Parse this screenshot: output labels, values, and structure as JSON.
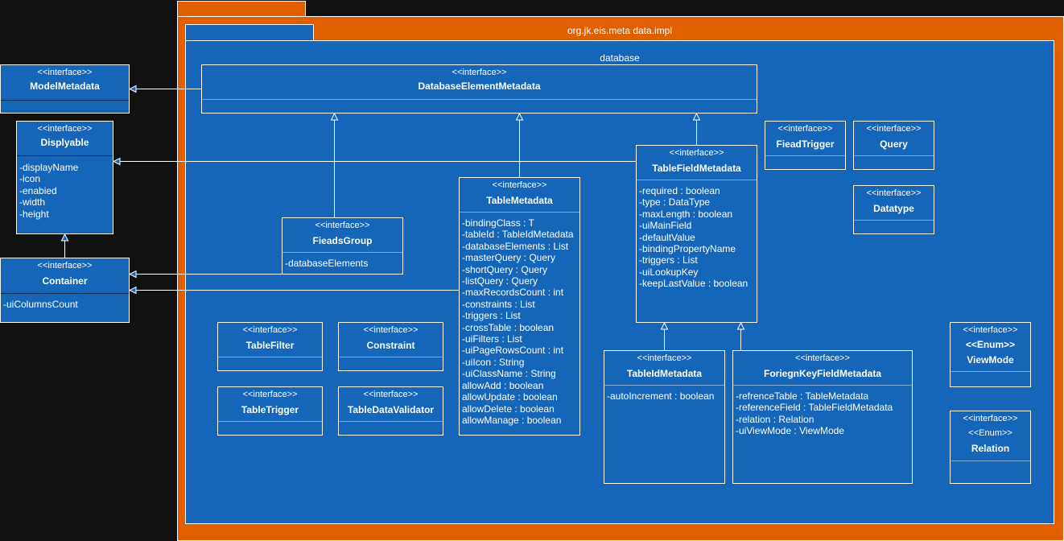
{
  "packages": {
    "outer": {
      "name": "org.jk.eis.meta data.impl"
    },
    "inner": {
      "name": "database"
    }
  },
  "classes": {
    "model_metadata": {
      "stereotype": "<<interface>>",
      "name": "ModelMetadata",
      "attributes": []
    },
    "displyable": {
      "stereotype": "<<interface>>",
      "name": "Displyable",
      "attributes": [
        "-displayName",
        "-icon",
        "-enabied",
        "-width",
        "-height"
      ]
    },
    "container": {
      "stereotype": "<<interface>>",
      "name": "Container",
      "attributes": [
        "-uiColumnsCount"
      ]
    },
    "database_element_metadata": {
      "stereotype": "<<interface>>",
      "name": "DatabaseElementMetadata",
      "attributes": []
    },
    "fieads_group": {
      "stereotype": "<<interface>>",
      "name": "FieadsGroup",
      "attributes": [
        "-databaseElements"
      ]
    },
    "table_metadata": {
      "stereotype": "<<interface>>",
      "name": "TableMetadata",
      "attributes": [
        "-bindingClass : T",
        "-tableId : TableIdMetadata",
        "-databaseElements : List",
        "-masterQuery : Query",
        "-shortQuery : Query",
        "-listQuery : Query",
        "-maxRecordsCount : int",
        "-constraints : List",
        "-triggers : List",
        "-crossTable : boolean",
        "-uiFilters : List",
        "-uiPageRowsCount : int",
        "-uiIcon : String",
        "-uiClassName : String",
        "allowAdd : boolean",
        "allowUpdate : boolean",
        "allowDelete : boolean",
        "allowManage : boolean"
      ]
    },
    "table_field_metadata": {
      "stereotype": "<<interface>>",
      "name": "TableFieldMetadata",
      "attributes": [
        "-required : boolean",
        "-type : DataType",
        "-maxLength : boolean",
        "-uiMainField",
        "-defaultValue",
        "-bindingPropertyName",
        "-triggers : List",
        "-uiLookupKey",
        "-keepLastValue : boolean"
      ]
    },
    "fiead_trigger": {
      "stereotype": "<<interface>>",
      "name": "FieadTrigger",
      "attributes": []
    },
    "query": {
      "stereotype": "<<interface>>",
      "name": "Query",
      "attributes": []
    },
    "datatype": {
      "stereotype": "<<interface>>",
      "name": "Datatype",
      "attributes": []
    },
    "table_filter": {
      "stereotype": "<<interface>>",
      "name": "TableFilter",
      "attributes": []
    },
    "constraint": {
      "stereotype": "<<interface>>",
      "name": "Constraint",
      "attributes": []
    },
    "table_trigger": {
      "stereotype": "<<interface>>",
      "name": "TableTrigger",
      "attributes": []
    },
    "table_data_validator": {
      "stereotype": "<<interface>>",
      "name": "TableDataValidator",
      "attributes": []
    },
    "table_id_metadata": {
      "stereotype": "<<interface>>",
      "name": "TableIdMetadata",
      "attributes": [
        "-autoIncrement : boolean"
      ]
    },
    "foreign_key_field_metadata": {
      "stereotype": "<<interface>>",
      "name": "ForiegnKeyFieldMetadata",
      "attributes": [
        "-refrenceTable : TableMetadata",
        "-referenceField : TableFieldMetadata",
        "-relation : Relation",
        "-uiViewMode : ViewMode"
      ]
    },
    "view_mode": {
      "stereotype": "<<interface>>",
      "stereotype2": "<<Enum>>",
      "name": "ViewMode",
      "attributes": []
    },
    "relation": {
      "stereotype": "<<interface>>",
      "stereotype2": "<<Enum>>",
      "name": "Relation",
      "attributes": []
    }
  },
  "colors": {
    "background": "#111111",
    "package_outer": "#e06000",
    "package_inner": "#1565b8",
    "line": "#ffffff"
  }
}
